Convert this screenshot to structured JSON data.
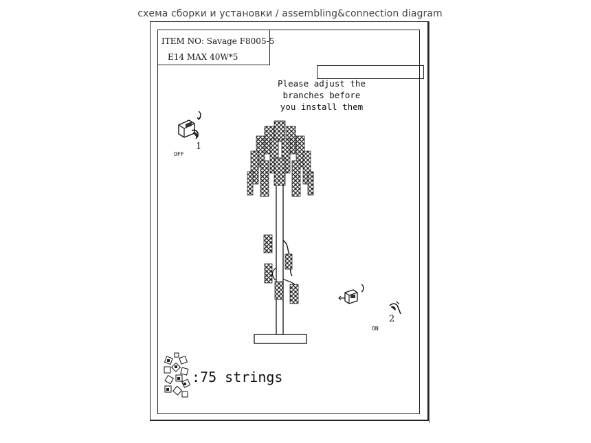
{
  "header": {
    "title": "схема сборки и установки / assembling&connection diagram"
  },
  "spec": {
    "item_no": "ITEM NO: Savage F8005-5",
    "bulb": "E14 MAX 40W*5"
  },
  "note": "Please adjust the\nbranches before\nyou install them",
  "steps": [
    {
      "label": "OFF",
      "number": "1"
    },
    {
      "label": "ON",
      "number": "2"
    }
  ],
  "strings": {
    "text": ":75 strings"
  }
}
